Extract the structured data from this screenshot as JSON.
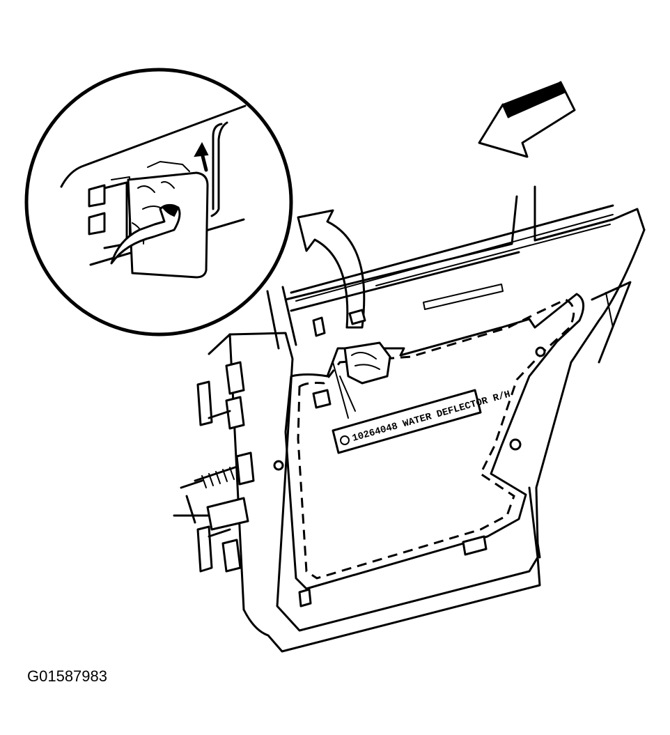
{
  "figure_id": "G01587983",
  "label_text": "10264048 WATER DEFLECTOR R/H",
  "icons": {
    "view_arrow": "view-direction-arrow",
    "callout": "detail-callout-arrow",
    "detail": "magnified-detail-circle"
  }
}
